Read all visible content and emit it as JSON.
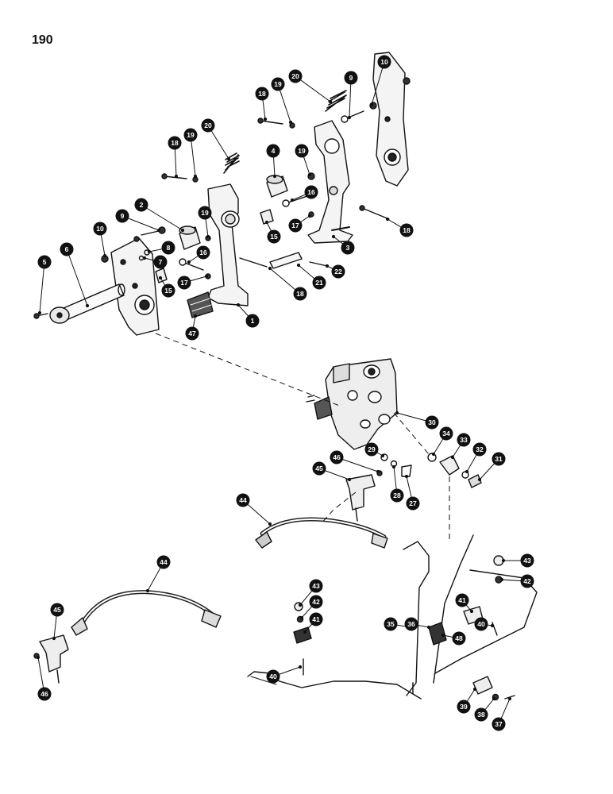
{
  "page_number": "190",
  "callouts": [
    {
      "id": "c1",
      "label": "1"
    },
    {
      "id": "c2",
      "label": "2"
    },
    {
      "id": "c3",
      "label": "3"
    },
    {
      "id": "c4",
      "label": "4"
    },
    {
      "id": "c5",
      "label": "5"
    },
    {
      "id": "c6",
      "label": "6"
    },
    {
      "id": "c7",
      "label": "7"
    },
    {
      "id": "c8",
      "label": "8"
    },
    {
      "id": "c9a",
      "label": "9"
    },
    {
      "id": "c9b",
      "label": "9"
    },
    {
      "id": "c10a",
      "label": "10"
    },
    {
      "id": "c10b",
      "label": "10"
    },
    {
      "id": "c15a",
      "label": "15"
    },
    {
      "id": "c15b",
      "label": "15"
    },
    {
      "id": "c16a",
      "label": "16"
    },
    {
      "id": "c16b",
      "label": "16"
    },
    {
      "id": "c17a",
      "label": "17"
    },
    {
      "id": "c17b",
      "label": "17"
    },
    {
      "id": "c18a",
      "label": "18"
    },
    {
      "id": "c18b",
      "label": "18"
    },
    {
      "id": "c18c",
      "label": "18"
    },
    {
      "id": "c18d",
      "label": "18"
    },
    {
      "id": "c19a",
      "label": "19"
    },
    {
      "id": "c19b",
      "label": "19"
    },
    {
      "id": "c19c",
      "label": "19"
    },
    {
      "id": "c19d",
      "label": "19"
    },
    {
      "id": "c20a",
      "label": "20"
    },
    {
      "id": "c20b",
      "label": "20"
    },
    {
      "id": "c21",
      "label": "21"
    },
    {
      "id": "c22",
      "label": "22"
    },
    {
      "id": "c27",
      "label": "27"
    },
    {
      "id": "c28",
      "label": "28"
    },
    {
      "id": "c29",
      "label": "29"
    },
    {
      "id": "c30",
      "label": "30"
    },
    {
      "id": "c31",
      "label": "31"
    },
    {
      "id": "c32",
      "label": "32"
    },
    {
      "id": "c33",
      "label": "33"
    },
    {
      "id": "c34",
      "label": "34"
    },
    {
      "id": "c35",
      "label": "35"
    },
    {
      "id": "c36",
      "label": "36"
    },
    {
      "id": "c37",
      "label": "37"
    },
    {
      "id": "c38",
      "label": "38"
    },
    {
      "id": "c39",
      "label": "39"
    },
    {
      "id": "c40a",
      "label": "40"
    },
    {
      "id": "c40b",
      "label": "40"
    },
    {
      "id": "c41a",
      "label": "41"
    },
    {
      "id": "c41b",
      "label": "41"
    },
    {
      "id": "c42a",
      "label": "42"
    },
    {
      "id": "c42b",
      "label": "42"
    },
    {
      "id": "c43a",
      "label": "43"
    },
    {
      "id": "c43b",
      "label": "43"
    },
    {
      "id": "c44a",
      "label": "44"
    },
    {
      "id": "c44b",
      "label": "44"
    },
    {
      "id": "c45a",
      "label": "45"
    },
    {
      "id": "c45b",
      "label": "45"
    },
    {
      "id": "c46a",
      "label": "46"
    },
    {
      "id": "c46b",
      "label": "46"
    },
    {
      "id": "c47",
      "label": "47"
    },
    {
      "id": "c48",
      "label": "48"
    }
  ]
}
